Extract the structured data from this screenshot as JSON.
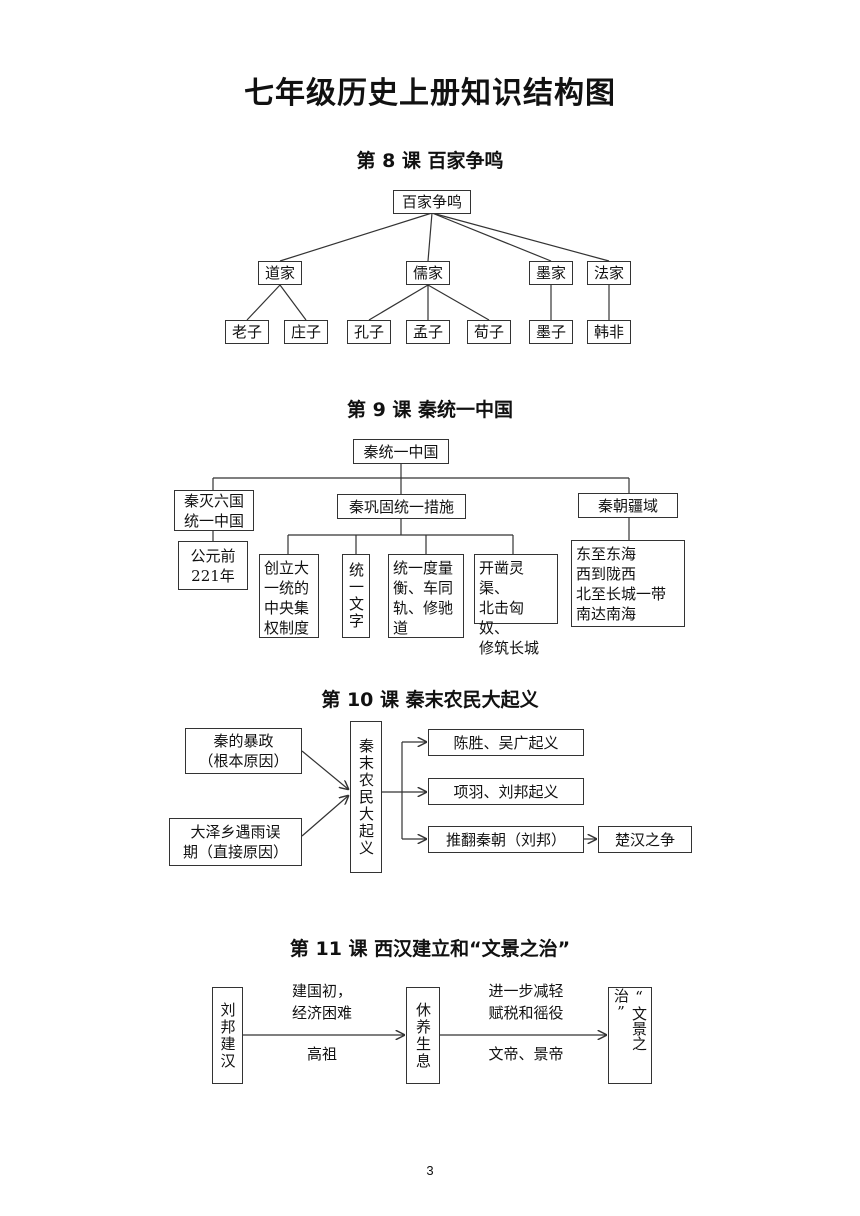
{
  "page_title": "七年级历史上册知识结构图",
  "page_number": "3",
  "lesson8": {
    "heading": "第 8 课  百家争鸣",
    "root": "百家争鸣",
    "schools": [
      {
        "name": "道家",
        "people": [
          "老子",
          "庄子"
        ]
      },
      {
        "name": "儒家",
        "people": [
          "孔子",
          "孟子",
          "荀子"
        ]
      },
      {
        "name": "墨家",
        "people": [
          "墨子"
        ]
      },
      {
        "name": "法家",
        "people": [
          "韩非"
        ]
      }
    ]
  },
  "lesson9": {
    "heading": "第 9 课  秦统一中国",
    "root": "秦统一中国",
    "branch_unify": "秦灭六国\n统一中国",
    "unify_year": "公元前\n221年",
    "branch_measures": "秦巩固统一措施",
    "measures": [
      "创立大\n一统的\n中央集\n权制度",
      "统一文字",
      "统一度量\n衡、车同\n轨、修驰\n道",
      "开凿灵渠、\n北击匈奴、\n修筑长城"
    ],
    "branch_territory": "秦朝疆域",
    "territory": "东至东海\n西到陇西\n北至长城一带\n南达南海"
  },
  "lesson10": {
    "heading": "第 10 课  秦末农民大起义",
    "cause_root": "秦的暴政\n（根本原因）",
    "cause_direct": "大泽乡遇雨误\n期（直接原因）",
    "center": "秦末农民大起义",
    "results": [
      "陈胜、吴广起义",
      "项羽、刘邦起义",
      "推翻秦朝（刘邦）"
    ],
    "final": "楚汉之争"
  },
  "lesson11": {
    "heading": "第 11 课  西汉建立和“文景之治”",
    "start": "刘邦建汉",
    "above1": "建国初，\n经济困难",
    "below1": "高祖",
    "middle": "休养生息",
    "above2": "进一步减轻\n赋税和徭役",
    "below2": "文帝、景帝",
    "end": "“文景之治”"
  }
}
